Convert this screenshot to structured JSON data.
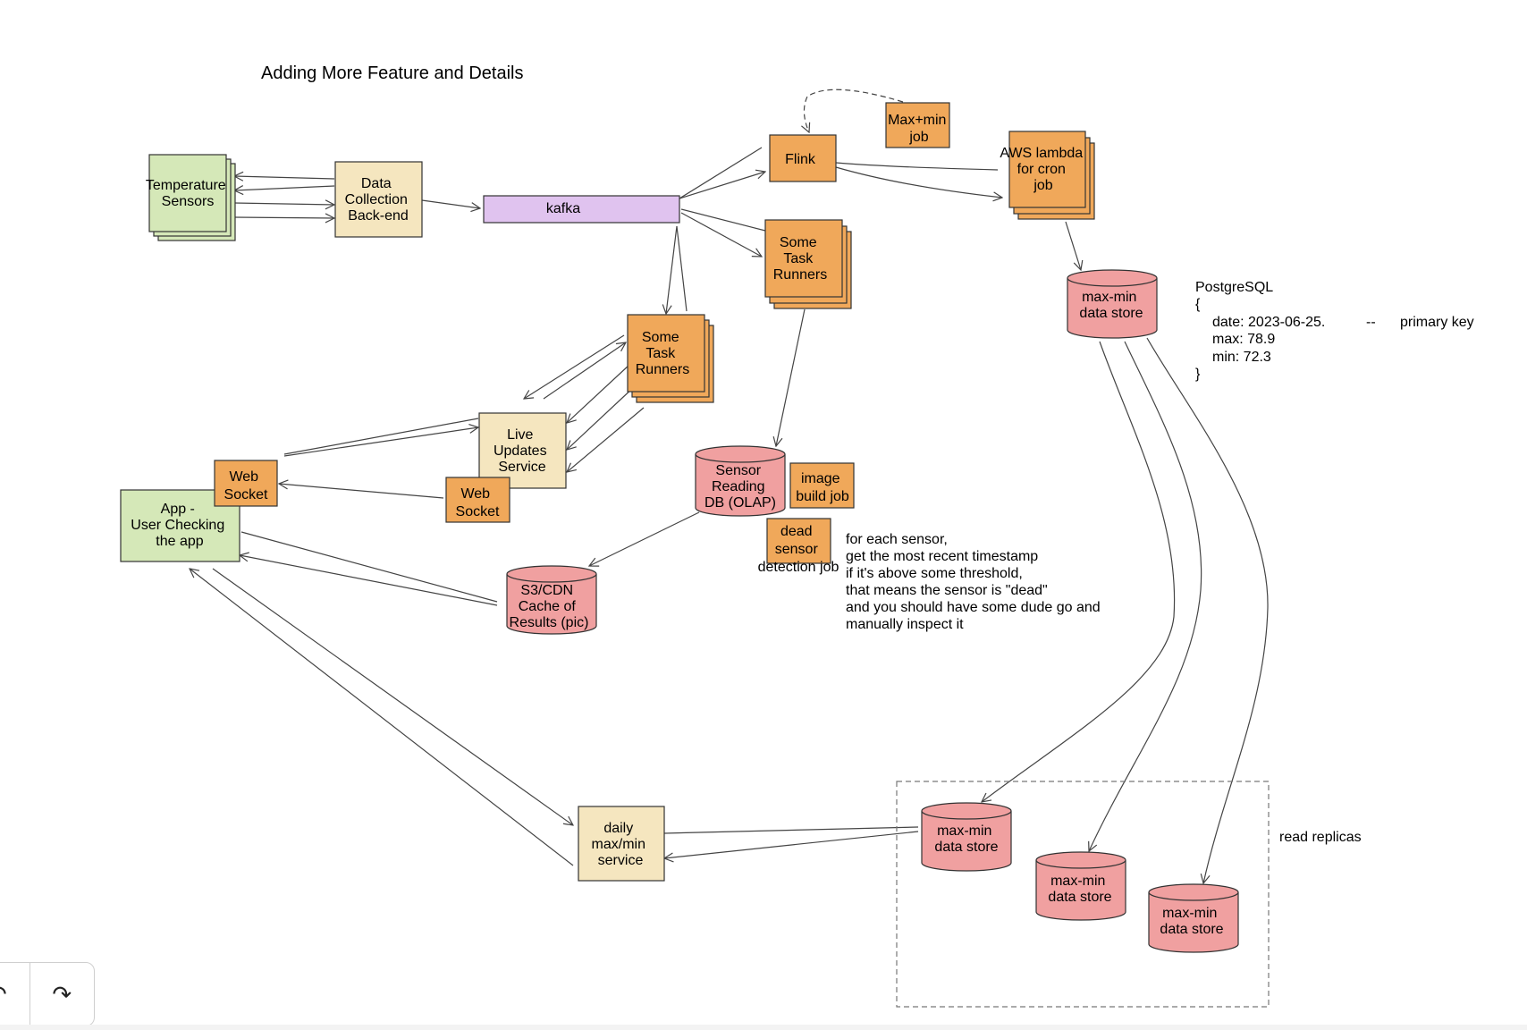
{
  "title": "Adding More Feature and Details",
  "nodes": {
    "temperature_sensors": [
      "Temperature",
      "Sensors"
    ],
    "data_collection": [
      "Data",
      "Collection",
      "Back-end"
    ],
    "kafka": [
      "kafka"
    ],
    "flink": [
      "Flink"
    ],
    "max_min_job": [
      "Max+min",
      "job"
    ],
    "aws_lambda": [
      "AWS lambda",
      "for cron",
      "job"
    ],
    "task_runners_top": [
      "Some",
      "Task",
      "Runners"
    ],
    "task_runners_left": [
      "Some",
      "Task",
      "Runners"
    ],
    "live_updates": [
      "Live",
      "Updates",
      "Service"
    ],
    "web_socket_service": [
      "Web",
      "Socket"
    ],
    "web_socket_app": [
      "Web",
      "Socket"
    ],
    "app": [
      "App -",
      "User Checking",
      "the app"
    ],
    "sensor_db": [
      "Sensor",
      "Reading",
      "DB (OLAP)"
    ],
    "image_build_job": [
      "image",
      "build job"
    ],
    "dead_sensor_job": [
      "dead",
      "sensor",
      "detection job"
    ],
    "s3_cdn": [
      "S3/CDN",
      "Cache of",
      "Results (pic)"
    ],
    "max_min_store_primary": [
      "max-min",
      "data store"
    ],
    "daily_service": [
      "daily",
      "max/min",
      "service"
    ],
    "replica_1": [
      "max-min",
      "data store"
    ],
    "replica_2": [
      "max-min",
      "data store"
    ],
    "replica_3": [
      "max-min",
      "data store"
    ]
  },
  "notes": {
    "postgres": [
      "PostgreSQL",
      "{",
      "date: 2023-06-25.",
      "--",
      "primary key",
      "max: 78.9",
      "min: 72.3",
      "}"
    ],
    "dead_sensor": [
      "for each sensor,",
      "get the most recent timestamp",
      "if it's above some threshold,",
      "that means the sensor is \"dead\"",
      "and you should have some dude go and",
      "manually inspect it"
    ],
    "read_replicas": "read replicas"
  },
  "toolbar": {
    "undo_icon": "undo-icon",
    "redo_icon": "redo-icon"
  },
  "colors": {
    "green": "#d5e8b8",
    "cream": "#f5e6bf",
    "orange": "#f0a85a",
    "purple": "#e0c3ef",
    "red": "#f0a0a0",
    "stroke": "#333333"
  }
}
